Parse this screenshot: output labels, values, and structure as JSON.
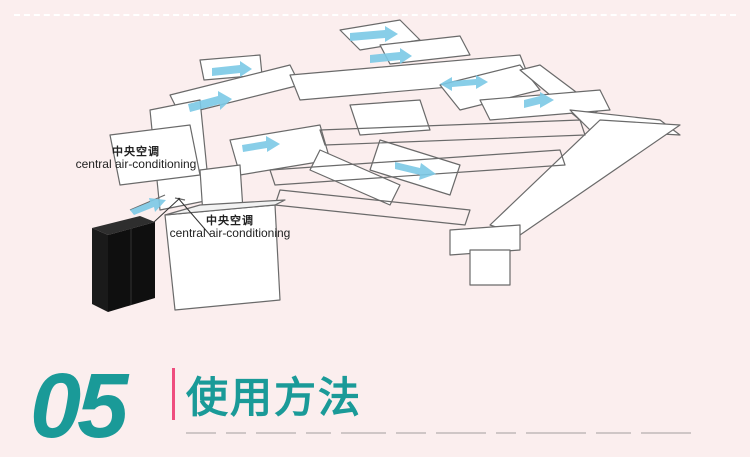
{
  "labels": [
    {
      "cn": "中央空调",
      "en": "central air-conditioning"
    },
    {
      "cn": "中央空调",
      "en": "central air-conditioning"
    }
  ],
  "section": {
    "number": "05",
    "title": "使用方法"
  },
  "colors": {
    "background": "#fbeeee",
    "accent": "#1a9a98",
    "bar": "#ef4d7e",
    "arrow": "#7cc9e6"
  }
}
